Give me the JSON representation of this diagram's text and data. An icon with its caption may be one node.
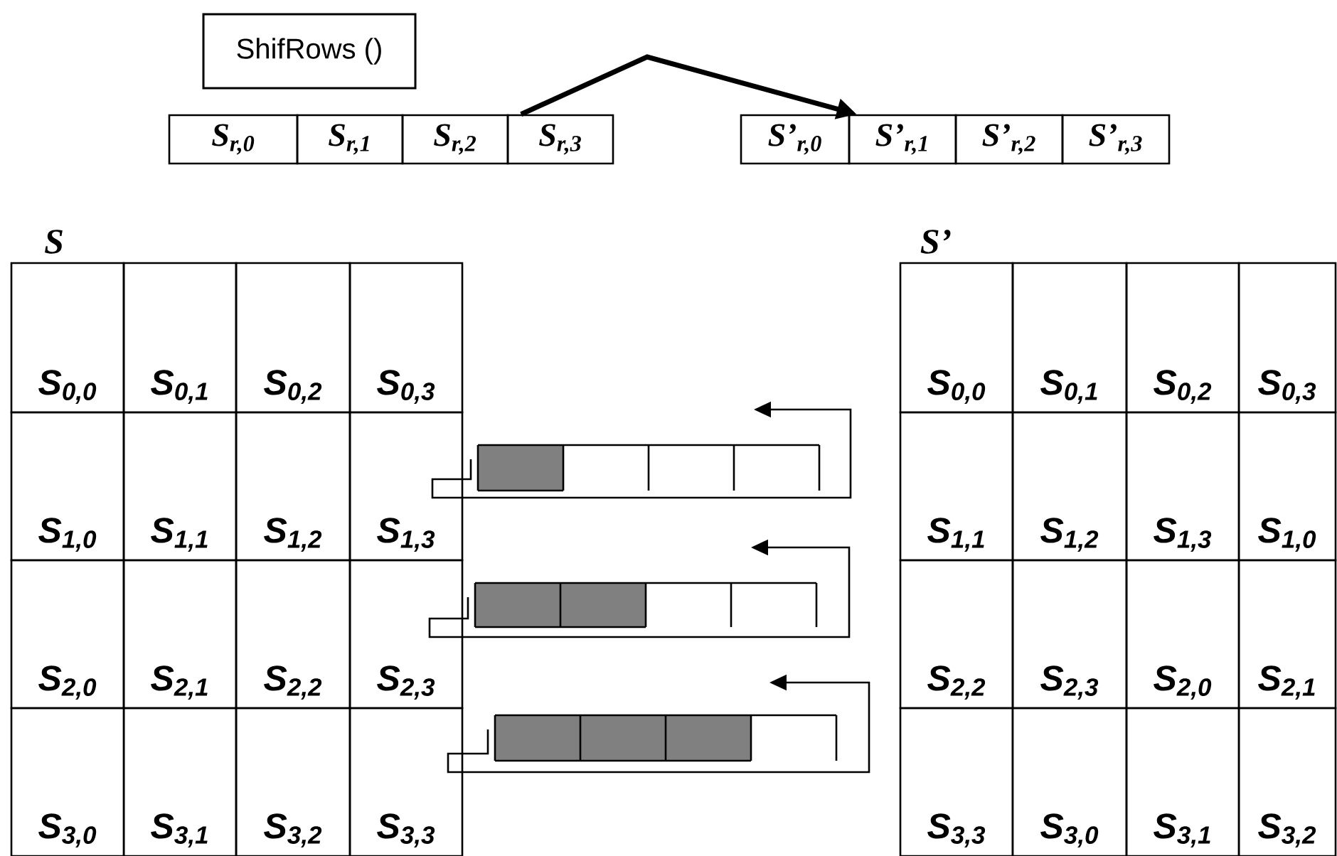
{
  "diagram": {
    "nodes": [
      {
        "text": [
          "ShifRows ()"
        ]
      },
      {
        "text": [
          "S$_{r,0}$"
        ]
      },
      {
        "text": [
          "S$_{r,1}$"
        ]
      },
      {
        "text": [
          "S$_{r,2}$"
        ]
      },
      {
        "text": [
          "S$_{r,3}$"
        ]
      },
      {
        "text": [
          "S’$_{r,0}$"
        ]
      },
      {
        "text": [
          "S’$_{r,1}$"
        ]
      },
      {
        "text": [
          "S’$_{r,2}$"
        ]
      },
      {
        "text": [
          "S’$_{r,3}$"
        ]
      },
      {
        "text": [
          "S$_{0,0}$"
        ]
      },
      {
        "text": [
          "S$_{0,1}$"
        ]
      },
      {
        "text": [
          "S$_{0,2}$"
        ]
      },
      {
        "text": [
          "S$_{0,3}$"
        ]
      },
      {
        "text": [
          "S$_{1,0}$"
        ]
      },
      {
        "text": [
          "S$_{1,1}$"
        ]
      },
      {
        "text": [
          "S$_{1,2}$"
        ]
      },
      {
        "text": [
          "S$_{1,3}$"
        ]
      },
      {
        "text": [
          "S$_{2,0}$"
        ]
      },
      {
        "text": [
          "S$_{2,1}$"
        ]
      },
      {
        "text": [
          "S$_{2,2}$"
        ]
      },
      {
        "text": [
          "S$_{2,3}$"
        ]
      },
      {
        "text": [
          "S$_{3,0}$"
        ]
      },
      {
        "text": [
          "S$_{3,1}$"
        ]
      },
      {
        "text": [
          "S$_{3,2}$"
        ]
      },
      {
        "text": [
          "S$_{3,3}$"
        ]
      },
      {
        "text": [
          "S$_{0,0}$"
        ]
      },
      {
        "text": [
          "S$_{0,1}$"
        ]
      },
      {
        "text": [
          "S$_{0,2}$"
        ]
      },
      {
        "text": [
          "S$_{0,3}$"
        ]
      },
      {
        "text": [
          "S$_{1,1}$"
        ]
      },
      {
        "text": [
          "S$_{1,2}$"
        ]
      },
      {
        "text": [
          "S$_{1,3}$"
        ]
      },
      {
        "text": [
          "S$_{1,0}$"
        ]
      },
      {
        "text": [
          "S$_{2,2}$"
        ]
      },
      {
        "text": [
          "S$_{2,3}$"
        ]
      },
      {
        "text": [
          "S$_{2,0}$"
        ]
      },
      {
        "text": [
          "S$_{2,1}$"
        ]
      },
      {
        "text": [
          "S$_{3,3}$"
        ]
      },
      {
        "text": [
          "S$_{3,0}$"
        ]
      },
      {
        "text": [
          "S$_{3,1}$"
        ]
      },
      {
        "text": [
          "S$_{3,2}$"
        ]
      }
    ],
    "edges": [
      {
        "from": 4,
        "to": 6,
        "arrow": "to"
      }
    ],
    "labels": [
      "S",
      "S’"
    ]
  }
}
